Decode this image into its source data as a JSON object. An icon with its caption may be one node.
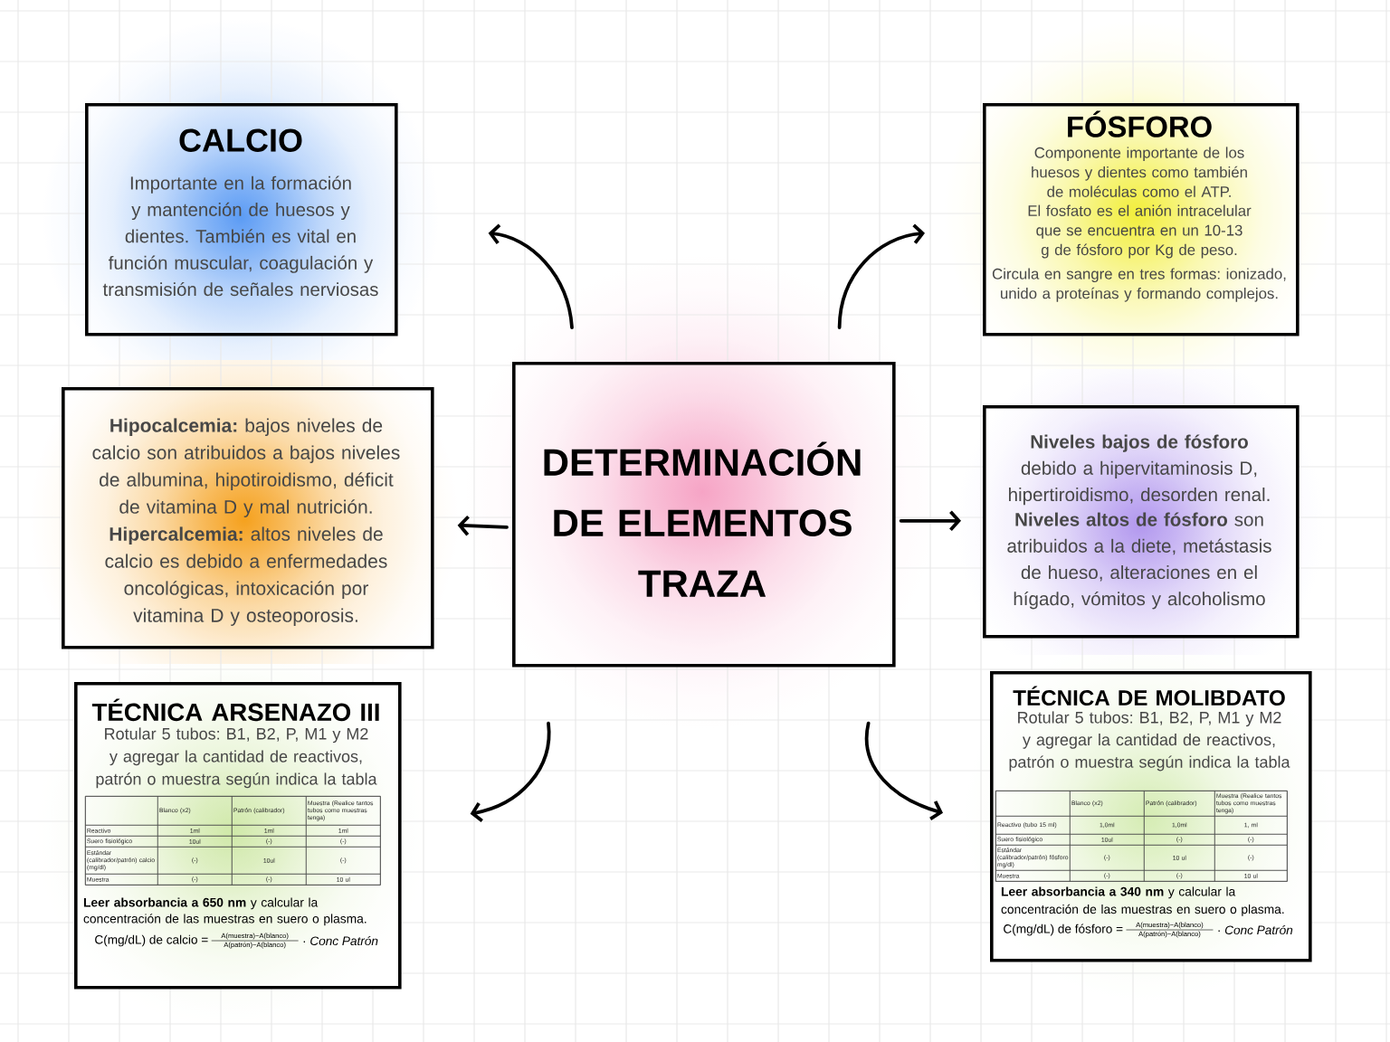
{
  "diagram": {
    "nodes": [
      {
        "text": [
          "DETERMINACIÓN DE ELEMENTOS TRAZA"
        ]
      },
      {
        "text": [
          "CALCIO",
          "Importante en la formación y mantención de huesos y dientes. También es vital en función muscular, coagulación y transmisión de señales nerviosas"
        ]
      },
      {
        "text": [
          "FÓSFORO",
          "Componente importante de los huesos y dientes como también de moléculas como el ATP.",
          "El fosfato es el anión intracelular que se encuentra en un 10-13 g de fósforo por Kg de peso.",
          "Circula en sangre en tres formas: ionizado, unido a proteínas y formando complejos."
        ]
      },
      {
        "text": [
          "**Hipocalcemia:** bajos niveles de calcio son atribuidos a bajos niveles de albumina, hipotiroidismo, déficit de vitamina D y mal nutrición.",
          "**Hipercalcemia:** altos niveles de calcio es debido a enfermedades oncológicas, intoxicación por vitamina D y osteoporosis."
        ]
      },
      {
        "text": [
          "**Niveles bajos de fósforo** debido a hipervitaminosis D, hipertiroidismo, desorden renal.",
          "**Niveles altos de fósforo** son atribuidos a la diete, metástasis de hueso, alteraciones en el hígado, vómitos y alcoholismo"
        ]
      },
      {
        "text": [
          "TÉCNICA ARSENAZO III",
          "Rotular 5 tubos: B1, B2, P, M1 y M2 y agregar la cantidad de reactivos, patrón o muestra según indica la tabla",
          "**Leer absorbancia a 650 nm** y calcular la concentración de las muestras en suero o plasma.",
          "C(mg/dL) de calcio =",
          "A(muestra)−A(blanco)",
          "A(patrón)−A(blanco)",
          "· *Conc Patrón*"
        ]
      },
      {
        "text": [
          "Blanco (x2)",
          "Patrón (calibrador)",
          "Muestra (Realice tantos tubos como muestras tenga)",
          "Reactivo",
          "1ml",
          "1ml",
          "1ml",
          "Suero fisiológico",
          "10ul",
          "(-)",
          "(-)",
          "Estándar (calibrador/patrón) calcio (mg/dl)",
          "(-)",
          "10ul",
          "(-)",
          "Muestra",
          "(-)",
          "(-)",
          "10 ul"
        ],
        "in": 5
      },
      {
        "text": [
          "TÉCNICA DE MOLIBDATO",
          "Rotular 5 tubos: B1, B2, P, M1 y M2 y agregar la cantidad de reactivos, patrón o muestra según indica la tabla",
          "**Leer absorbancia a 340 nm** y calcular la concentración de las muestras en suero o plasma.",
          "C(mg/dL) de fósforo =",
          "A(muestra)−A(blanco)",
          "A(patrón)−A(blanco)",
          "· *Conc Patrón*"
        ]
      },
      {
        "text": [
          "Blanco (x2)",
          "Patrón (calibrador)",
          "Muestra (Realice tantos tubos como muestras tenga)",
          "Reactivo (tubo 15 ml)",
          "1,0ml",
          "1,0ml",
          "1, ml",
          "Suero fisiológico",
          "10ul",
          "(-)",
          "(-)",
          "Estándar (calibrador/patrón) fósforo mg/dl)",
          "(-)",
          "10 ul",
          "(-)",
          "Muestra",
          "(-)",
          "(-)",
          "10 ul"
        ],
        "in": 7
      }
    ],
    "edges": [
      {
        "from": 0,
        "to": 1,
        "arrow": "to"
      },
      {
        "from": 0,
        "to": 2,
        "arrow": "to"
      },
      {
        "from": 0,
        "to": 3,
        "arrow": "to"
      },
      {
        "from": 0,
        "to": 4,
        "arrow": "to"
      },
      {
        "from": 0,
        "to": 5,
        "arrow": "to"
      },
      {
        "from": 0,
        "to": 7,
        "arrow": "to"
      }
    ]
  }
}
